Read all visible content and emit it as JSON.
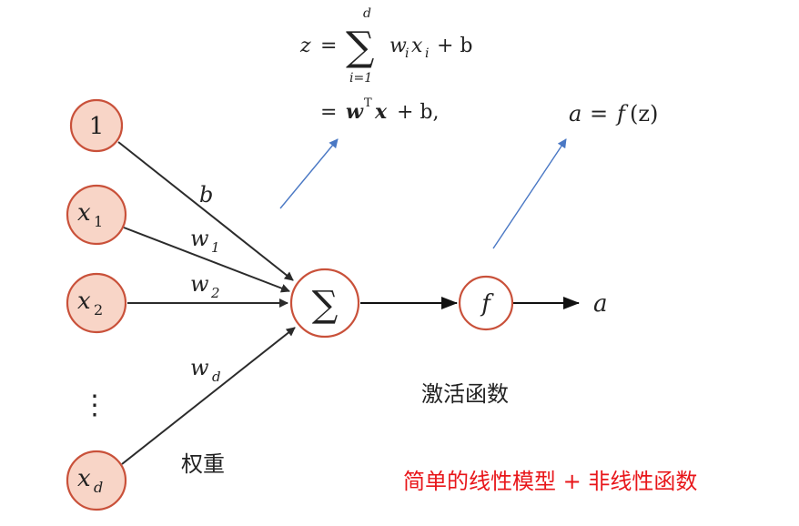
{
  "colors": {
    "node_fill": "#f8d5c7",
    "node_stroke": "#c9513a",
    "edge": "#2b2b2b",
    "pointer": "#4a78c4",
    "highlight": "#e8161a",
    "text": "#222222"
  },
  "formula": {
    "line1": {
      "lhs": "z",
      "eq": "=",
      "sum": "∑",
      "upper": "d",
      "lower": "i=1",
      "w": "w",
      "w_sub": "i",
      "x": "x",
      "x_sub": "i",
      "plus_b": "+ b"
    },
    "line2": {
      "eq": "=",
      "w": "w",
      "sup": "T",
      "x": "x",
      "rest": "+ b,"
    }
  },
  "activation_formula": {
    "a": "a",
    "eq": "=",
    "f": "f",
    "arg": "(z)"
  },
  "inputs": [
    {
      "main": "1",
      "sub": ""
    },
    {
      "main": "x",
      "sub": "1"
    },
    {
      "main": "x",
      "sub": "2"
    },
    {
      "main": "⋮",
      "sub": ""
    },
    {
      "main": "x",
      "sub": "d"
    }
  ],
  "weights": [
    {
      "main": "b",
      "sub": ""
    },
    {
      "main": "w",
      "sub": "1"
    },
    {
      "main": "w",
      "sub": "2"
    },
    {
      "main": "w",
      "sub": "d"
    }
  ],
  "sum_node": {
    "symbol": "∑"
  },
  "activation_node": {
    "symbol": "f"
  },
  "output": {
    "symbol": "a"
  },
  "labels": {
    "weights_caption": "权重",
    "activation_caption": "激活函数",
    "summary": "简单的线性模型 + 非线性函数"
  }
}
